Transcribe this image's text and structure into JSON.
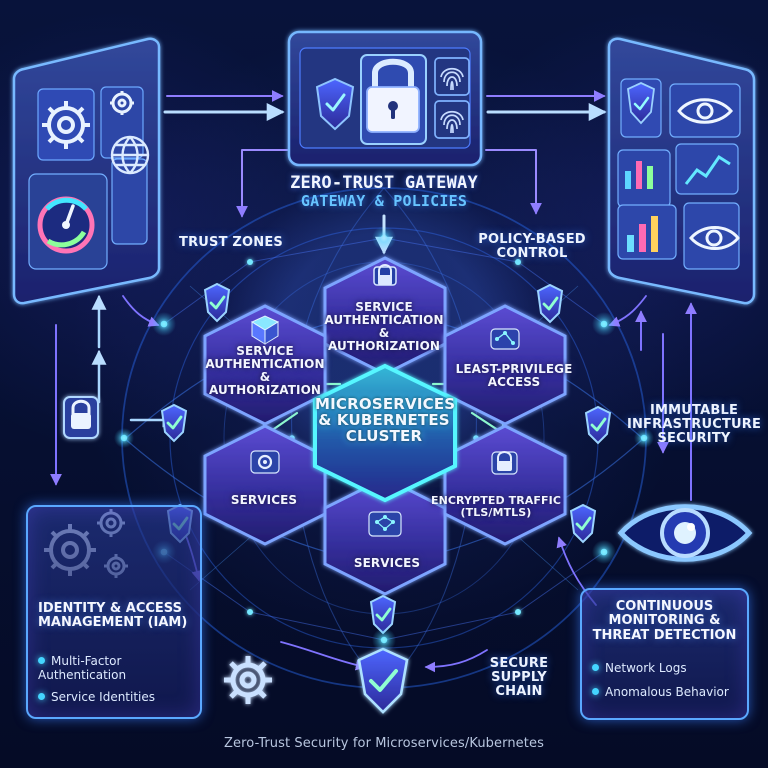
{
  "labels": {
    "gateway_title": "ZERO-TRUST GATEWAY",
    "gateway_subtitle": "GATEWAY & POLICIES",
    "trust_zones": "TRUST ZONES",
    "policy_based_control": "POLICY-BASED\nCONTROL",
    "immutable_security": "IMMUTABLE\nINFRASTRUCTURE\nSECURITY",
    "secure_supply_chain": "SECURE\nSUPPLY\nCHAIN",
    "caption": "Zero-Trust Security for Microservices/Kubernetes"
  },
  "nodes": {
    "top_auth": "SERVICE\nAUTHENTICATION\n& AUTHORIZATION",
    "left_auth": "SERVICE\nAUTHENTICATION\n& AUTHORIZATION",
    "right_privilege": "LEAST-PRIVILEGE\nACCESS",
    "center_cluster": "MICROSERVICES\n& KUBERNETES\nCLUSTER",
    "left_services": "SERVICES",
    "bottom_services": "SERVICES",
    "encrypted_traffic": "ENCRYPTED TRAFFIC\n(TLS/mTLS)"
  },
  "iam": {
    "title": "IDENTITY & ACCESS\nMANAGEMENT (IAM)",
    "bullet_1": "Multi-Factor\nAuthentication",
    "bullet_2": "Service Identities"
  },
  "monitoring": {
    "title": "CONTINUOUS\nMONITORING &\nTHREAT DETECTION",
    "bullet_1": "Network Logs",
    "bullet_2": "Anomalous Behavior"
  },
  "colors": {
    "background": "#07102f",
    "accent_blue": "#4b8fff",
    "accent_cyan": "#3ee8ff",
    "accent_purple": "#8d5cff",
    "node_fill": "#3b36a0",
    "center_glow": "#48d8ff"
  },
  "icons": {
    "gateway": [
      "shield-icon",
      "lock-icon",
      "fingerprint-icon"
    ],
    "left_panel": [
      "gear-icon",
      "globe-icon",
      "gauge-icon"
    ],
    "right_panel": [
      "shield-icon",
      "eye-icon",
      "chart-icon",
      "eye-icon"
    ],
    "iam_panel": [
      "gear-icon"
    ],
    "outside": [
      "shield-check-icon",
      "lock-icon",
      "gear-icon",
      "eye-icon"
    ]
  }
}
